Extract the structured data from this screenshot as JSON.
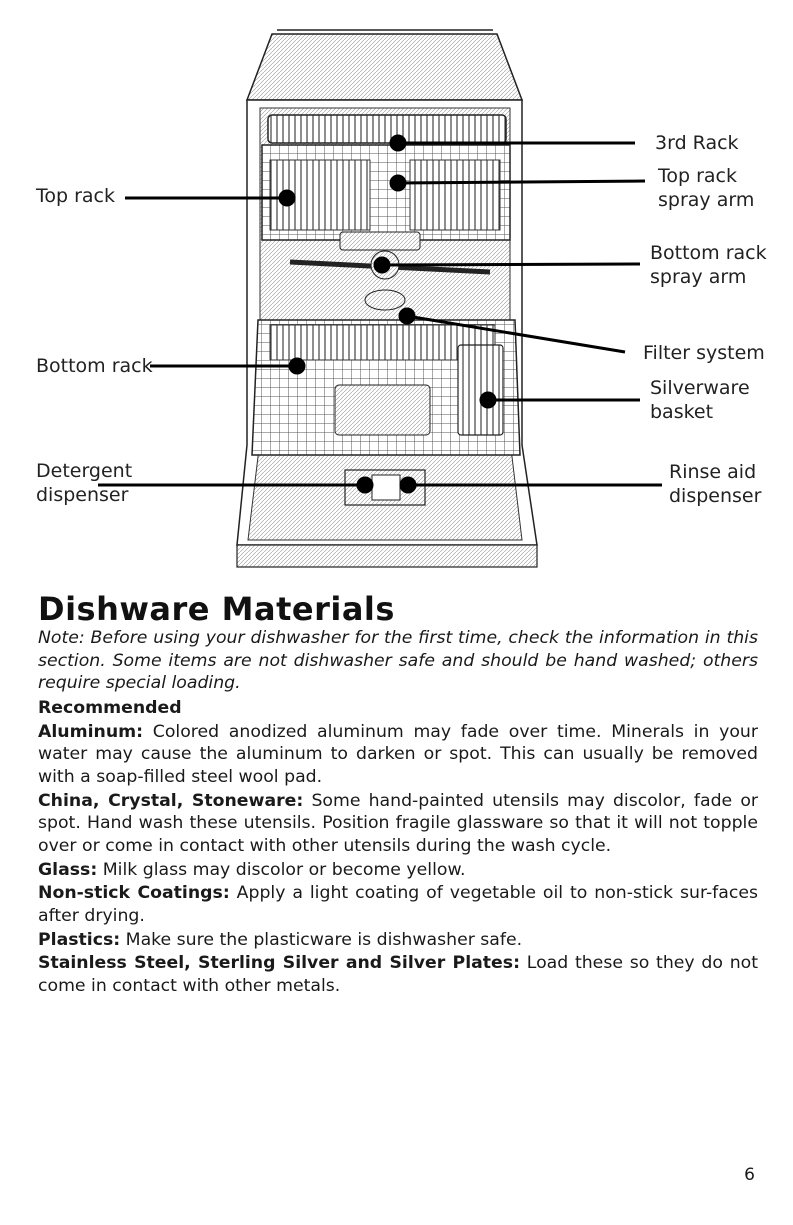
{
  "diagram": {
    "labels": {
      "third_rack": "3rd Rack",
      "top_rack_spray_arm": [
        "Top rack",
        "spray arm"
      ],
      "top_rack": "Top rack",
      "bottom_rack_spray_arm": [
        "Bottom rack",
        "spray arm"
      ],
      "bottom_rack": "Bottom rack",
      "filter_system": "Filter system",
      "silverware_basket": [
        "Silverware",
        "basket"
      ],
      "detergent_dispenser": [
        "Detergent",
        "dispenser"
      ],
      "rinse_aid_dispenser": [
        "Rinse aid",
        "dispenser"
      ]
    }
  },
  "heading": "Dishware Materials",
  "note": "Note: Before using your dishwasher for the first time, check the information in this section. Some items are not dishwasher safe and should be hand washed; others require special loading.",
  "subheading": "Recommended",
  "items": [
    {
      "term": "Aluminum:",
      "text": " Colored anodized aluminum may fade over time. Minerals in your water may cause the aluminum to darken or spot. This can usually be removed with a soap-filled steel wool pad."
    },
    {
      "term": "China, Crystal, Stoneware:",
      "text": " Some hand-painted utensils may discolor, fade or spot. Hand wash these utensils. Position fragile glassware so that it will not topple over or come in contact with other utensils during the wash cycle."
    },
    {
      "term": "Glass:",
      "text": " Milk glass may discolor or become yellow."
    },
    {
      "term": "Non-stick Coatings:",
      "text": " Apply a light coating of vegetable oil to non-stick sur-faces after drying."
    },
    {
      "term": "Plastics:",
      "text": " Make sure the plasticware is dishwasher safe."
    },
    {
      "term": "Stainless Steel, Sterling Silver and Silver Plates:",
      "text": " Load these so they do not come in contact with other metals."
    }
  ],
  "page_number": "6"
}
